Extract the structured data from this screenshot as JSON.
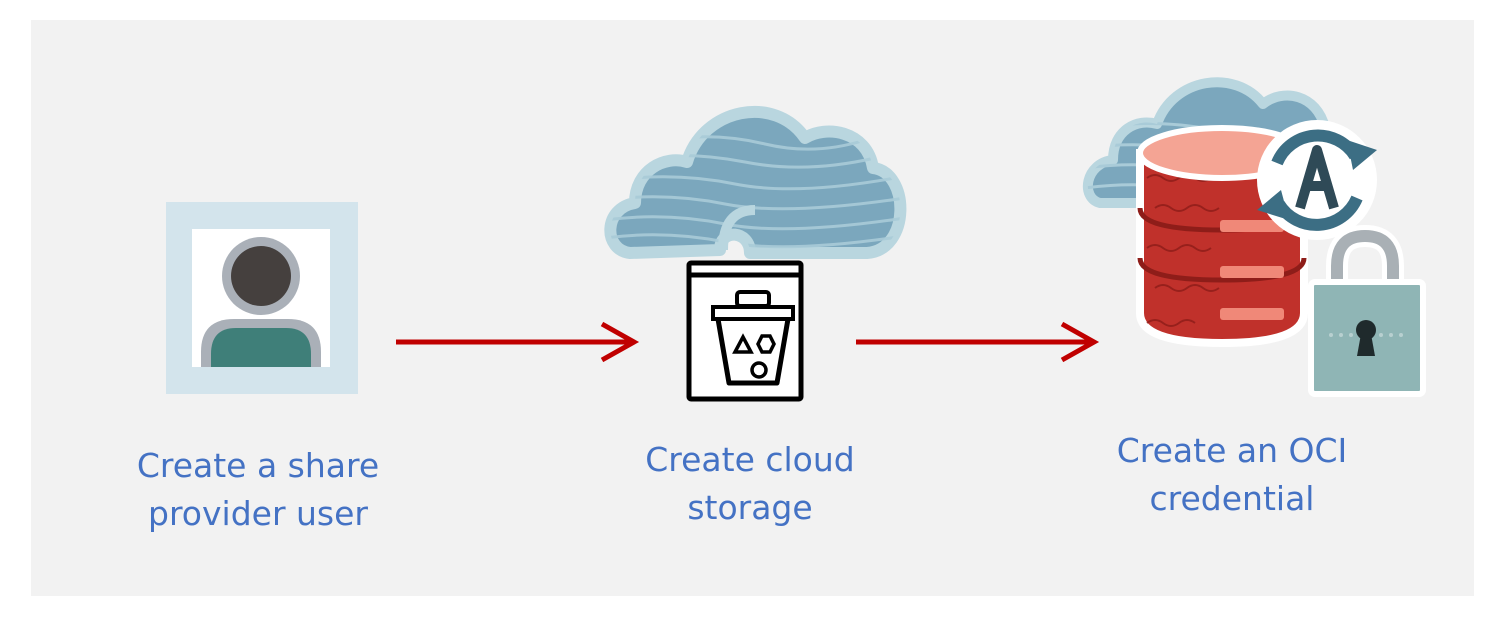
{
  "steps": [
    {
      "label_line1": "Create a share",
      "label_line2": "provider user",
      "icon": "user-profile-icon"
    },
    {
      "label_line1": "Create cloud",
      "label_line2": "storage",
      "icon": "cloud-storage-bucket-icon"
    },
    {
      "label_line1": "Create an OCI",
      "label_line2": "credential",
      "icon": "autonomous-database-lock-icon"
    }
  ],
  "colors": {
    "background": "#f2f2f2",
    "label_text": "#4472c4",
    "arrow": "#c00000",
    "cloud_fill": "#7ba7bd",
    "cloud_outline": "#b9d6df",
    "database_red": "#c0312b",
    "lock_body": "#8fb5b5"
  }
}
